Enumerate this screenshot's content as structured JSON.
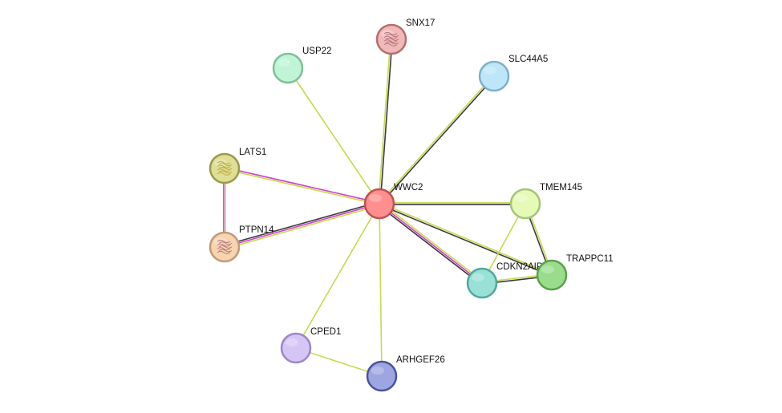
{
  "network": {
    "nodes": [
      {
        "id": "WWC2",
        "label": "WWC2",
        "fill": "#ff8f8f",
        "stroke": "#c05050",
        "structure": false
      },
      {
        "id": "SNX17",
        "label": "SNX17",
        "fill": "#f2b8b8",
        "stroke": "#b07070",
        "structure": true
      },
      {
        "id": "USP22",
        "label": "USP22",
        "fill": "#bff5d6",
        "stroke": "#7fbf98",
        "structure": false
      },
      {
        "id": "SLC44A5",
        "label": "SLC44A5",
        "fill": "#bde6f8",
        "stroke": "#7fb0c8",
        "structure": false
      },
      {
        "id": "LATS1",
        "label": "LATS1",
        "fill": "#dede95",
        "stroke": "#9a9a4a",
        "structure": true
      },
      {
        "id": "TMEM145",
        "label": "TMEM145",
        "fill": "#e6fab8",
        "stroke": "#a6c27a",
        "structure": false
      },
      {
        "id": "PTPN14",
        "label": "PTPN14",
        "fill": "#f8d3b0",
        "stroke": "#c09a78",
        "structure": true
      },
      {
        "id": "CDKN2AIP",
        "label": "CDKN2AIP",
        "fill": "#99e0d6",
        "stroke": "#4fa89c",
        "structure": false
      },
      {
        "id": "TRAPPC11",
        "label": "TRAPPC11",
        "fill": "#99dd8c",
        "stroke": "#5aa04c",
        "structure": false
      },
      {
        "id": "CPED1",
        "label": "CPED1",
        "fill": "#d5c5f5",
        "stroke": "#9a86c8",
        "structure": false
      },
      {
        "id": "ARHGEF26",
        "label": "ARHGEF26",
        "fill": "#9ea6e2",
        "stroke": "#4a52a0",
        "structure": false
      }
    ],
    "edges": [
      {
        "source": "WWC2",
        "target": "SNX17",
        "colors": [
          "#c8d94e",
          "#3a3a3a"
        ]
      },
      {
        "source": "WWC2",
        "target": "USP22",
        "colors": [
          "#c8d94e"
        ]
      },
      {
        "source": "WWC2",
        "target": "SLC44A5",
        "colors": [
          "#c8d94e",
          "#3a3a3a"
        ]
      },
      {
        "source": "WWC2",
        "target": "LATS1",
        "colors": [
          "#c8d94e",
          "#cc44cc"
        ]
      },
      {
        "source": "WWC2",
        "target": "TMEM145",
        "colors": [
          "#c8d94e",
          "#3a3a3a"
        ]
      },
      {
        "source": "WWC2",
        "target": "PTPN14",
        "colors": [
          "#c8d94e",
          "#cc44cc",
          "#3a3a3a"
        ]
      },
      {
        "source": "WWC2",
        "target": "CDKN2AIP",
        "colors": [
          "#c8d94e",
          "#cc44cc",
          "#3a3a3a"
        ]
      },
      {
        "source": "WWC2",
        "target": "TRAPPC11",
        "colors": [
          "#c8d94e",
          "#3a3a3a"
        ]
      },
      {
        "source": "WWC2",
        "target": "CPED1",
        "colors": [
          "#c8d94e"
        ]
      },
      {
        "source": "WWC2",
        "target": "ARHGEF26",
        "colors": [
          "#c8d94e"
        ]
      },
      {
        "source": "LATS1",
        "target": "PTPN14",
        "colors": [
          "#c8d94e",
          "#cc44cc"
        ]
      },
      {
        "source": "TMEM145",
        "target": "TRAPPC11",
        "colors": [
          "#c8d94e",
          "#3a3a3a"
        ]
      },
      {
        "source": "TMEM145",
        "target": "CDKN2AIP",
        "colors": [
          "#c8d94e"
        ]
      },
      {
        "source": "CDKN2AIP",
        "target": "TRAPPC11",
        "colors": [
          "#c8d94e",
          "#3a3a3a"
        ]
      },
      {
        "source": "CPED1",
        "target": "ARHGEF26",
        "colors": [
          "#c8d94e"
        ]
      }
    ]
  }
}
